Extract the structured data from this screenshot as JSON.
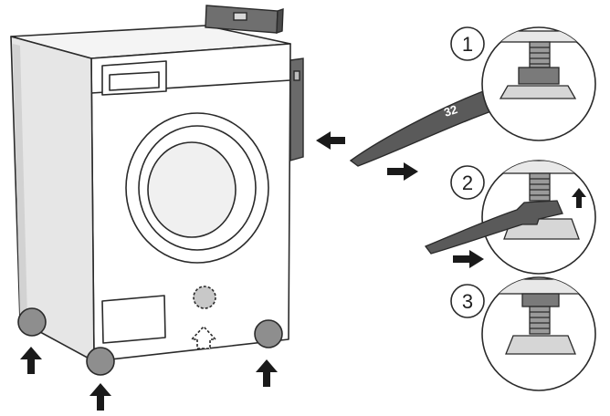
{
  "steps": [
    {
      "number": "1"
    },
    {
      "number": "2"
    },
    {
      "number": "3"
    }
  ],
  "wrench": {
    "size_label": "32"
  },
  "colors": {
    "line": "#2a2a2a",
    "fill_light": "#f2f2f2",
    "fill_mid": "#bdbdbd",
    "fill_dark": "#6f6f6f",
    "wrench": "#5a5a5a"
  },
  "icons": [
    "spirit-level-icon",
    "arrow-up-icon",
    "double-arrow-icon",
    "wrench-icon",
    "leveling-foot-icon"
  ]
}
